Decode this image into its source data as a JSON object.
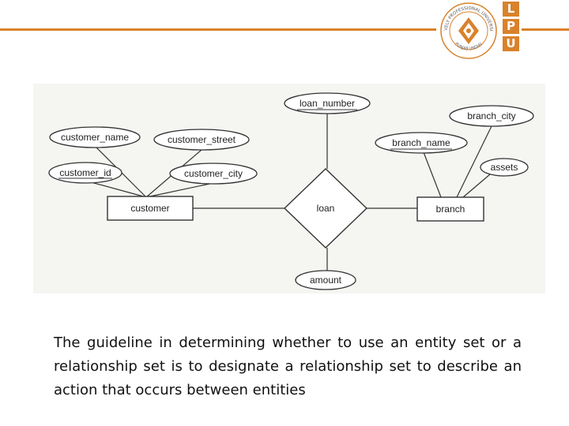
{
  "header": {
    "seal_text": "LOVELY PROFESSIONAL UNIVERSITY",
    "seal_subtext": "PUNJAB (INDIA)",
    "logo_letters": [
      "L",
      "P",
      "U"
    ],
    "accent_color": "#d9822b"
  },
  "diagram": {
    "entities": {
      "customer": "customer",
      "branch": "branch"
    },
    "relationship": "loan",
    "attributes": {
      "customer_name": "customer_name",
      "customer_street": "customer_street",
      "customer_id": "customer_id",
      "customer_city": "customer_city",
      "loan_number": "loan_number",
      "amount": "amount",
      "branch_name": "branch_name",
      "branch_city": "branch_city",
      "assets": "assets"
    }
  },
  "caption": "The guideline in determining whether to use an entity set or a relationship set is to designate a relationship set to describe an action that occurs between entities"
}
